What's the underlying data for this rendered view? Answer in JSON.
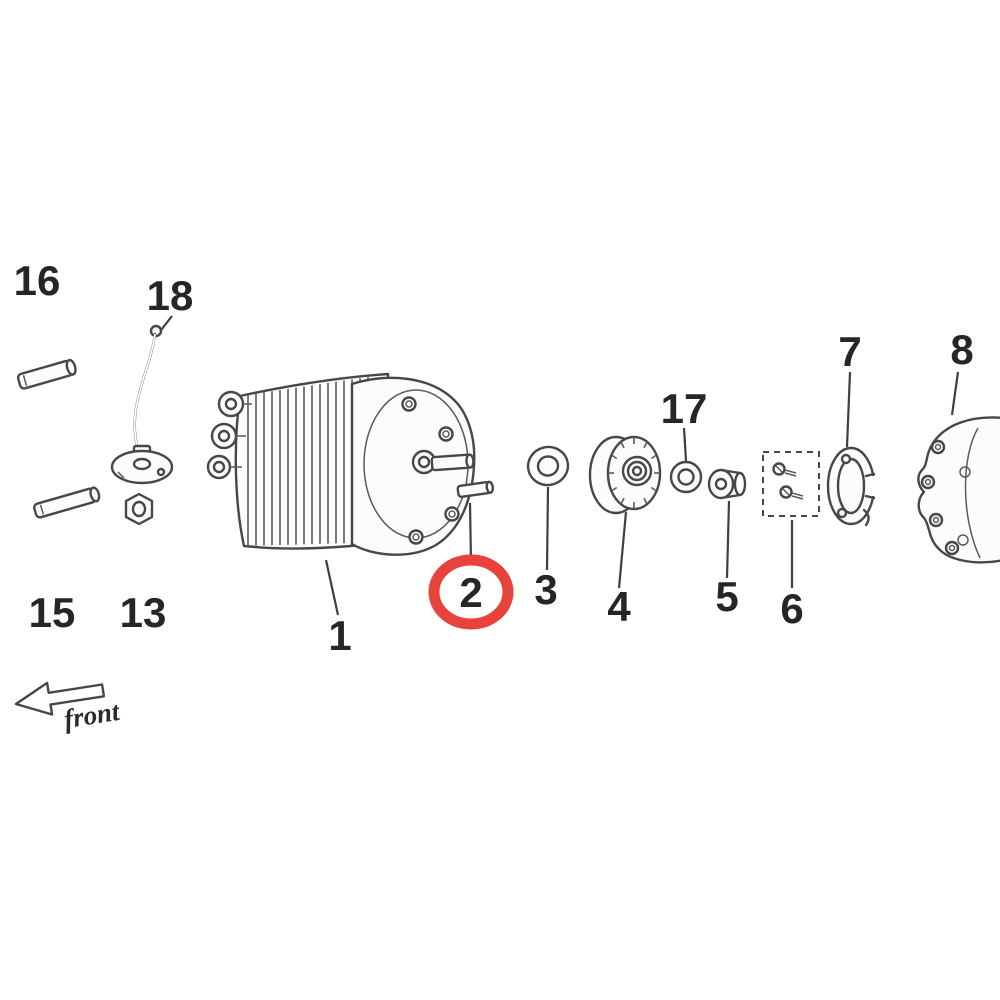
{
  "diagram": {
    "kind": "exploded-parts-diagram",
    "subject": "electric-motor-assembly",
    "background": "#ffffff",
    "line_color": "#474747",
    "label_color": "#262626",
    "highlight": {
      "target_part": "2",
      "color": "#e8423c",
      "shape": "ellipse"
    },
    "orientation": {
      "label": "front"
    },
    "labels": {
      "p1": "1",
      "p2": "2",
      "p3": "3",
      "p4": "4",
      "p5": "5",
      "p6": "6",
      "p7": "7",
      "p8": "8",
      "p13": "13",
      "p15": "15",
      "p16": "16",
      "p17": "17",
      "p18": "18"
    }
  }
}
